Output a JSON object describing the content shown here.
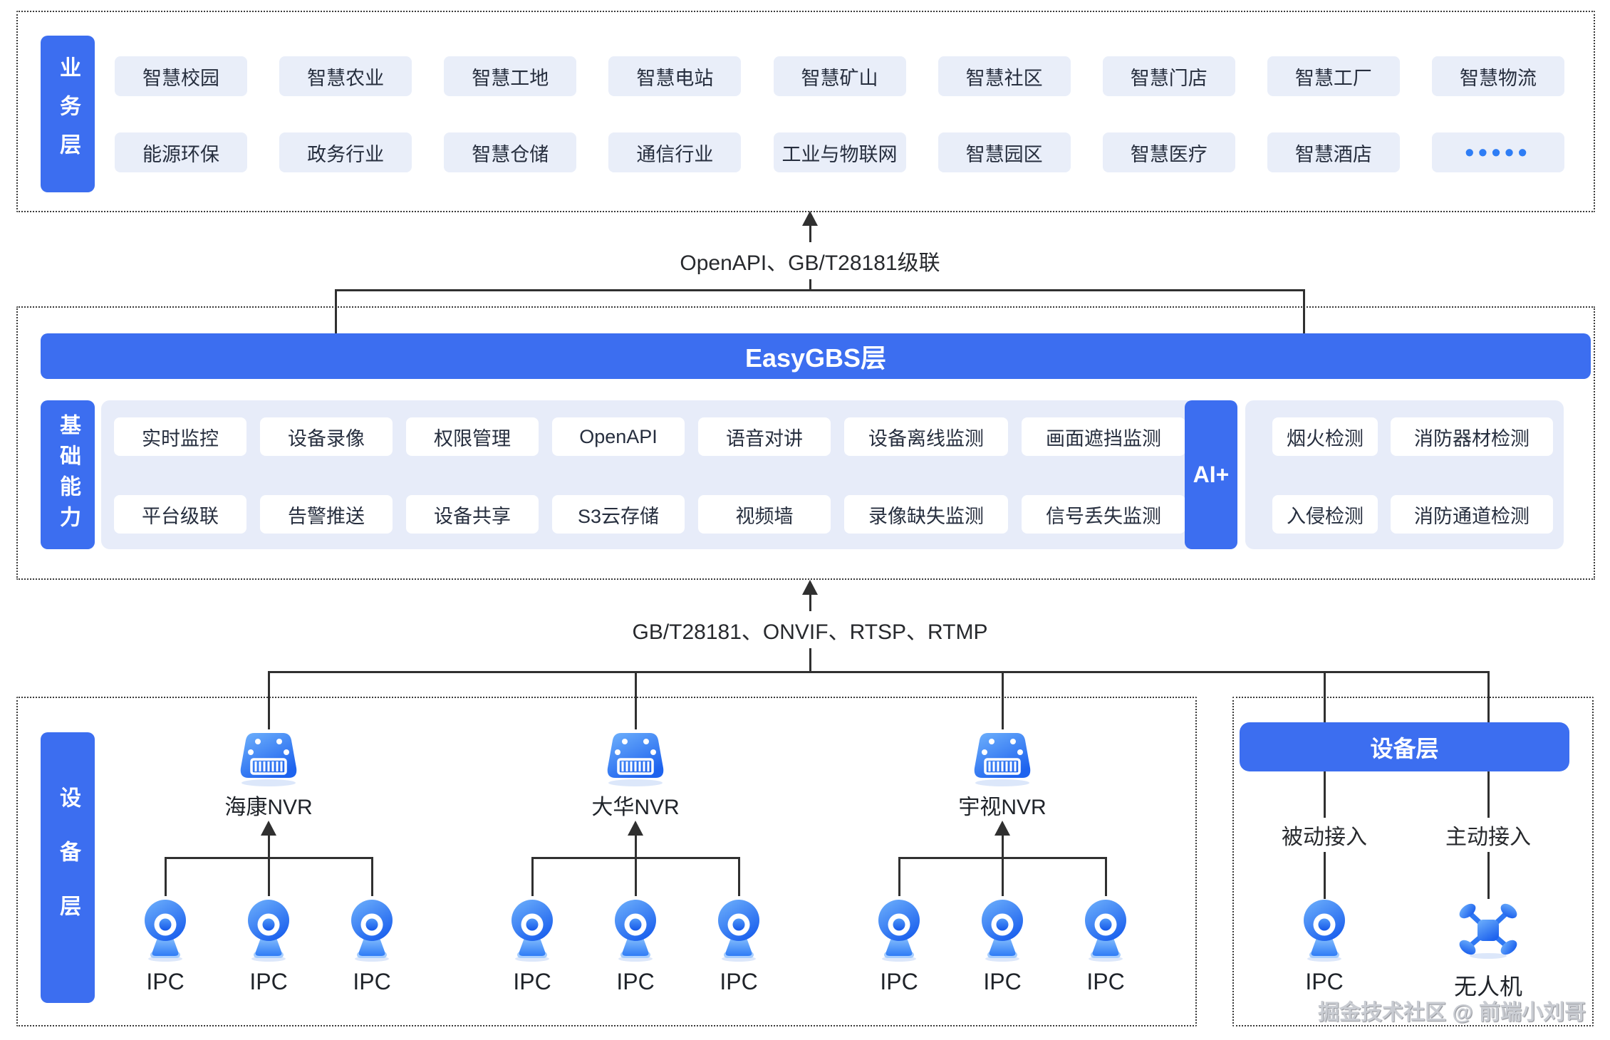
{
  "business_layer": {
    "label": "业务层",
    "row1": [
      "智慧校园",
      "智慧农业",
      "智慧工地",
      "智慧电站",
      "智慧矿山",
      "智慧社区",
      "智慧门店",
      "智慧工厂",
      "智慧物流"
    ],
    "row2": [
      "能源环保",
      "政务行业",
      "智慧仓储",
      "通信行业",
      "工业与物联网",
      "智慧园区",
      "智慧医疗",
      "智慧酒店",
      "•••••"
    ]
  },
  "connector_top": {
    "label": "OpenAPI、GB/T28181级联"
  },
  "easygbs_layer": {
    "title": "EasyGBS层",
    "capability_label": "基础能力",
    "cap_row1": [
      "实时监控",
      "设备录像",
      "权限管理",
      "OpenAPI",
      "语音对讲",
      "设备离线监测",
      "画面遮挡监测"
    ],
    "cap_row2": [
      "平台级联",
      "告警推送",
      "设备共享",
      "S3云存储",
      "视频墙",
      "录像缺失监测",
      "信号丢失监测"
    ],
    "ai_label": "AI+",
    "ai_row1": [
      "烟火检测",
      "消防器材检测"
    ],
    "ai_row2": [
      "入侵检测",
      "消防通道检测"
    ]
  },
  "connector_bottom": {
    "label": "GB/T28181、ONVIF、RTSP、RTMP"
  },
  "device_layer": {
    "label": "设备层",
    "groups": [
      {
        "nvr": "海康NVR",
        "ipcs": [
          "IPC",
          "IPC",
          "IPC"
        ]
      },
      {
        "nvr": "大华NVR",
        "ipcs": [
          "IPC",
          "IPC",
          "IPC"
        ]
      },
      {
        "nvr": "宇视NVR",
        "ipcs": [
          "IPC",
          "IPC",
          "IPC"
        ]
      }
    ]
  },
  "device_panel": {
    "title": "设备层",
    "passive_label": "被动接入",
    "active_label": "主动接入",
    "ipc_label": "IPC",
    "drone_label": "无人机"
  },
  "watermark": "掘金技术社区 @ 前端小刘哥",
  "colors": {
    "primary": "#3C6EF0",
    "panel_bg": "#E7ECF9",
    "chip_bg": "#E9EEF9",
    "line": "#303030"
  }
}
